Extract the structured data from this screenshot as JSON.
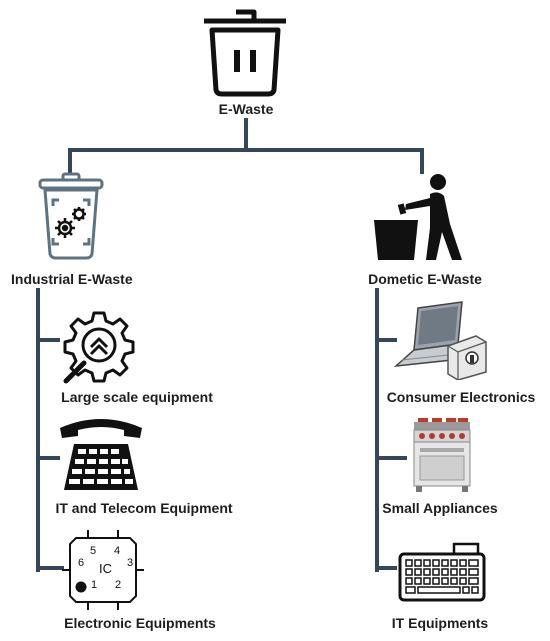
{
  "root": {
    "label": "E-Waste",
    "icon": "trash-bin-icon"
  },
  "left": {
    "label": "Industrial E-Waste",
    "icon": "industrial-bin-gears-icon",
    "items": [
      {
        "label": "Large scale equipment",
        "icon": "gear-chevron-icon"
      },
      {
        "label": "IT and Telecom Equipment",
        "icon": "telephone-icon"
      },
      {
        "label": "Electronic Equipments",
        "icon": "ic-chip-icon",
        "chip": {
          "center": "IC",
          "pins": [
            "5",
            "4",
            "6",
            "3",
            "1",
            "2"
          ]
        }
      }
    ]
  },
  "right": {
    "label": "Dometic E-Waste",
    "icon": "person-dropping-trash-icon",
    "items": [
      {
        "label": "Consumer Electronics",
        "icon": "laptop-scanner-icon"
      },
      {
        "label": "Small Appliances",
        "icon": "stove-icon"
      },
      {
        "label": "IT Equipments",
        "icon": "keyboard-icon"
      }
    ]
  },
  "colors": {
    "connector": "#35465a",
    "bin_outline": "#5d7382",
    "text": "#1e1e1e",
    "icon": "#111111"
  }
}
